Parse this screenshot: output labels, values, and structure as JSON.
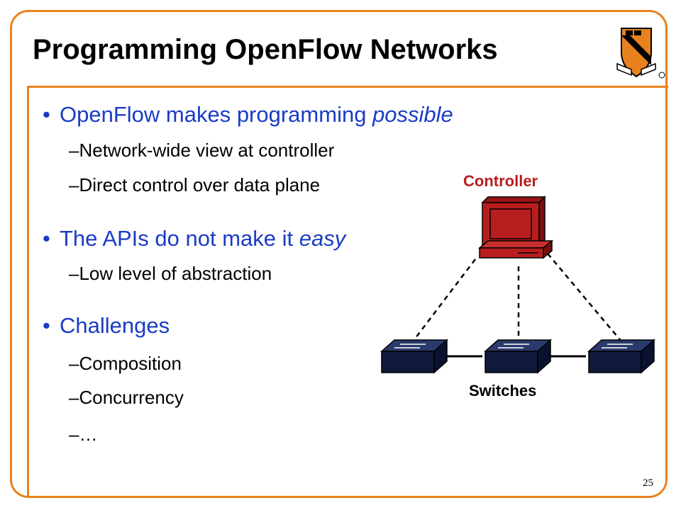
{
  "slide": {
    "title": "Programming OpenFlow Networks",
    "page_number": "25",
    "colors": {
      "border": "#e8821e",
      "bullet_text": "#1a3cc4",
      "controller": "#b81e1e",
      "switch": "#0f1a3a"
    }
  },
  "bullets": [
    {
      "text": "OpenFlow makes programming ",
      "emphasis": "possible",
      "subs": [
        "Network-wide view at controller",
        "Direct control over data plane"
      ]
    },
    {
      "text": "The APIs do not make it ",
      "emphasis": "easy",
      "subs": [
        "Low level of abstraction"
      ]
    },
    {
      "text": "Challenges",
      "emphasis": "",
      "subs": [
        "Composition",
        "Concurrency",
        "…"
      ]
    }
  ],
  "diagram": {
    "controller_label": "Controller",
    "switches_label": "Switches",
    "icons": [
      "computer-icon",
      "switch-icon",
      "switch-icon",
      "switch-icon"
    ]
  },
  "logo": {
    "name": "princeton-shield-icon"
  }
}
